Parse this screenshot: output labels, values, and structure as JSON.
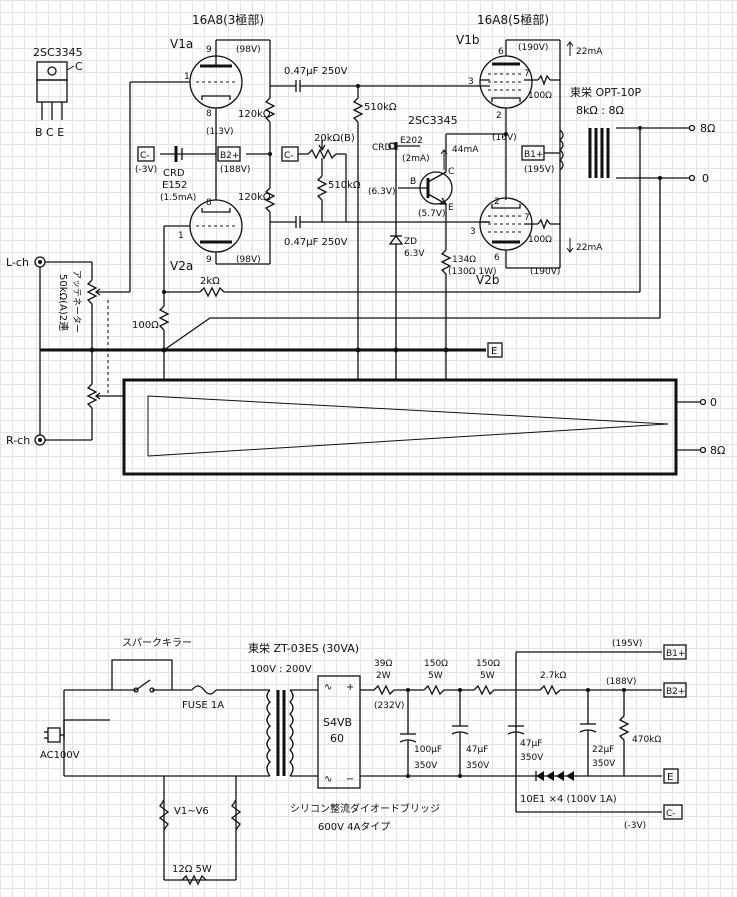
{
  "tubes": {
    "v1_type": "16A8(3極部)",
    "v2_type": "16A8(5極部)",
    "v1a": "V1a",
    "v1b": "V1b",
    "v2a": "V2a",
    "v2b": "V2b",
    "pin1": "1",
    "pin2": "2",
    "pin3": "3",
    "pin6": "6",
    "pin7": "7",
    "pin8": "8",
    "pin9": "9"
  },
  "transistor": {
    "name": "2SC3345",
    "name2": "2SC3345",
    "b": "B",
    "c": "C",
    "e": "E",
    "bce": "B C E"
  },
  "voltages": {
    "v98a": "(98V)",
    "v98b": "(98V)",
    "v1_3": "(1.3V)",
    "vm3": "(-3V)",
    "v188": "(188V)",
    "v190a": "(190V)",
    "v190b": "(190V)",
    "v16": "(16V)",
    "v6_3": "(6.3V)",
    "v5_7": "(5.7V)",
    "v195": "(195V)",
    "v195p": "(195V)",
    "v188p": "(188V)",
    "v232": "(232V)",
    "vm3p": "(-3V)"
  },
  "currents": {
    "i22a": "22mA",
    "i22b": "22mA",
    "i44": "44mA",
    "i1_5": "(1.5mA)",
    "i2": "(2mA)"
  },
  "parts": {
    "c047a": "0.47μF 250V",
    "c047b": "0.47μF 250V",
    "r120a": "120kΩ",
    "r120b": "120kΩ",
    "r510a": "510kΩ",
    "r510b": "510kΩ",
    "vr20": "20kΩ(B)",
    "r100a": "100Ω",
    "r100b": "100Ω",
    "r100c": "100Ω",
    "r2k": "2kΩ",
    "r134": "134Ω",
    "r134b": "(130Ω 1W)",
    "crd": "CRD",
    "e152": "E152",
    "crd2": "CRD",
    "e202": "E202",
    "zd": "ZD",
    "zd_v": "6.3V",
    "vol": "50kΩ(A)2連",
    "vol2": "アッテネーター"
  },
  "terminals": {
    "c": "C-",
    "c2": "C-",
    "b2": "B2+",
    "b1": "B1+",
    "e": "E",
    "o8": "8Ω",
    "o0": "0",
    "o0b": "0",
    "o8b": "8Ω"
  },
  "transformer_out": {
    "name": "東栄 OPT-10P",
    "ratio": "8kΩ : 8Ω"
  },
  "inputs": {
    "lch": "L-ch",
    "rch": "R-ch"
  },
  "power": {
    "spark": "スパークキラー",
    "fuse": "FUSE 1A",
    "pt": "東栄 ZT-03ES (30VA)",
    "pt_ratio": "100V : 200V",
    "bridge": "S4VB",
    "bridge2": "60",
    "bridge_desc": "シリコン整流ダイオードブリッジ",
    "bridge_desc2": "600V 4Aタイプ",
    "ac": "AC100V",
    "heater": "V1~V6",
    "heater_r": "12Ω 5W",
    "r39": "39Ω",
    "r39w": "2W",
    "r150a": "150Ω",
    "r150aw": "5W",
    "r150b": "150Ω",
    "r150bw": "5W",
    "r27": "2.7kΩ",
    "r470": "470kΩ",
    "c100": "100μF",
    "c100v": "350V",
    "c47a": "47μF",
    "c47av": "350V",
    "c47b": "47μF",
    "c47bv": "350V",
    "c22": "22μF",
    "c22v": "350V",
    "diode": "10E1 ×4 (100V 1A)"
  },
  "plus": "+",
  "minus": "−",
  "ac_sym": "∿"
}
